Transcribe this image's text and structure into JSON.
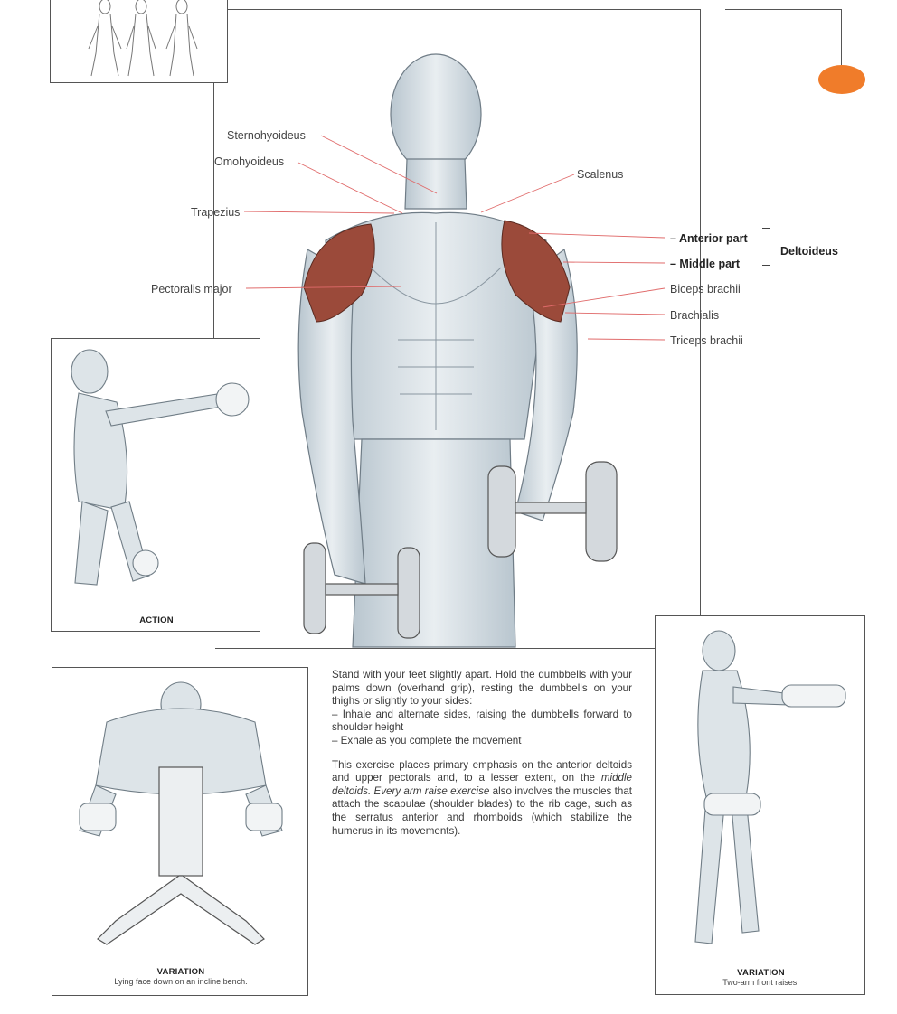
{
  "anatomy": {
    "labels_left": [
      "Sternohyoideus",
      "Omohyoideus",
      "Trapezius",
      "Pectoralis major"
    ],
    "labels_right": [
      "Scalenus",
      "Biceps brachii",
      "Brachialis",
      "Triceps brachii"
    ],
    "deltoid_parts": [
      "– Anterior part",
      "– Middle part"
    ],
    "deltoid_group": "Deltoideus"
  },
  "captions": {
    "action": "ACTION",
    "variation_bench_title": "VARIATION",
    "variation_bench_sub": "Lying face down on an incline bench.",
    "variation_standing_title": "VARIATION",
    "variation_standing_sub": "Two-arm front raises."
  },
  "text": {
    "instructions": "Stand with your feet slightly apart. Hold the dumbbells with your palms down (overhand grip), resting the dumbbells on your thighs or slightly to your sides:",
    "step1": "– Inhale and alternate sides, raising the dumbbells forward to shoulder height",
    "step2": "– Exhale as you complete the movement",
    "emphasis_a": "This exercise places primary emphasis on the anterior deltoids and upper pectorals and, to a lesser extent, on the ",
    "emphasis_italic1": "middle deltoids. Every arm raise exercise",
    "emphasis_b": " also involves the muscles that attach the scapulae (shoulder blades) to the rib cage, such as the serratus anterior and rhomboids (which stabilize the humerus in its movements)."
  },
  "colors": {
    "tab_accent": "#f07c2a",
    "deltoid": "#9b4a3a",
    "leader_line": "#e06a6a",
    "skin_shade": "#c9d3da"
  }
}
